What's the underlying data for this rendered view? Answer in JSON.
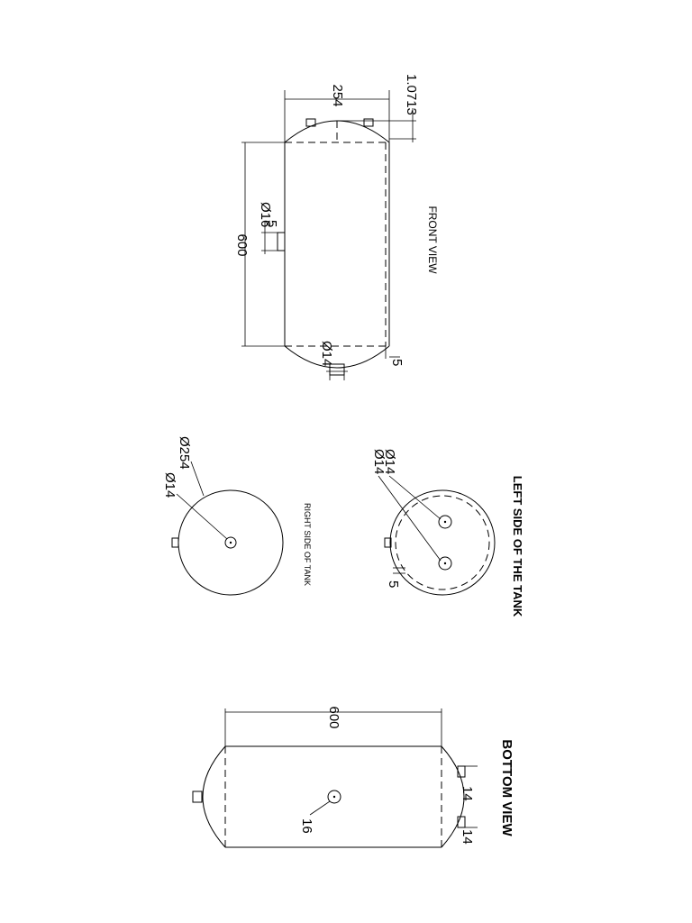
{
  "front_view": {
    "title": "FRONT VIEW",
    "dim_diameter": "254",
    "dim_length": "600",
    "dim_head": "1.0713",
    "label_nozzle_16": "Ø16",
    "label_5_top": "5",
    "label_nozzle_14": "Ø14",
    "label_5_bottom": "5"
  },
  "right_side": {
    "title": "RIGHT SIDE OF TANK",
    "label_254": "Ø254",
    "label_14": "Ø14"
  },
  "left_side": {
    "title": "LEFT SIDE OF THE TANK",
    "label_14a": "Ø14",
    "label_14b": "Ø14",
    "label_5": "5"
  },
  "bottom_view": {
    "title": "BOTTOM VIEW",
    "dim_length": "600",
    "label_16": "16",
    "label_14a": "14",
    "label_14b": "14"
  }
}
